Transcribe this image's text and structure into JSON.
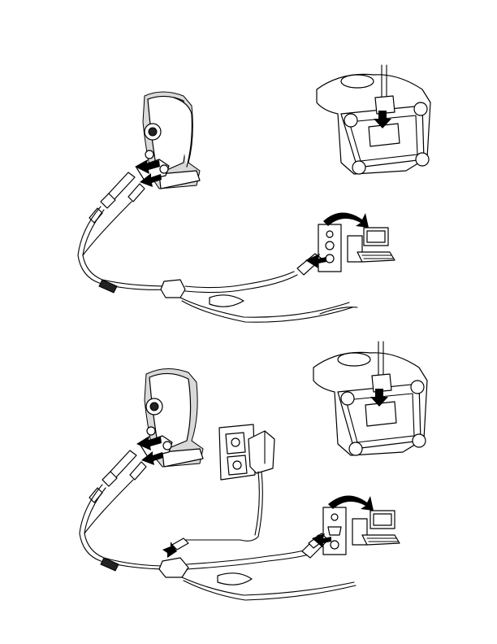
{
  "page": {
    "background": "#ffffff",
    "line_color": "#000000",
    "shade_color": "#d9d9d9"
  },
  "figures": [
    {
      "id": "top",
      "contents": [
        "scanner-stand",
        "stand-underside",
        "y-cable-keyboard-wedge",
        "computer"
      ]
    },
    {
      "id": "bottom",
      "contents": [
        "scanner-stand",
        "stand-underside",
        "y-cable-serial",
        "power-supply",
        "wall-outlet",
        "computer"
      ]
    }
  ]
}
